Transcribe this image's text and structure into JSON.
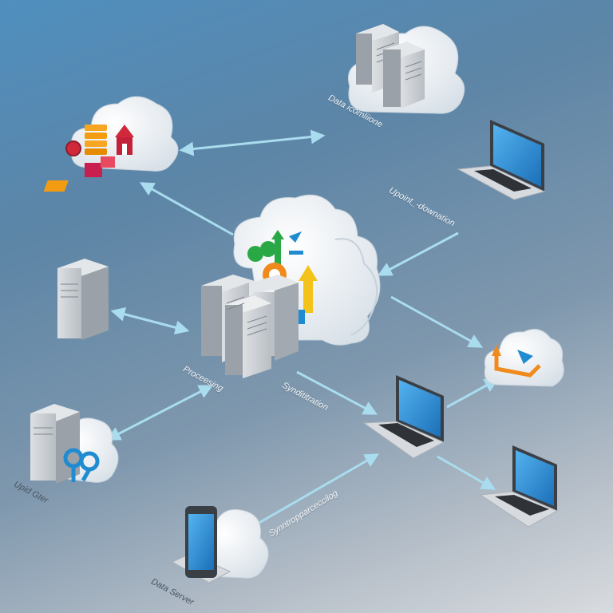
{
  "labels": {
    "data_top": "Data icomliione",
    "upload_down": "Upoint_-downation",
    "processing": "Proceesing",
    "sync1": "Syndititration",
    "sync2": "Synntropparceccilog",
    "upld": "Upid Gter",
    "data_server": "Data Server"
  },
  "colors": {
    "arrow": "#a9dcee",
    "cloud_fill": "#eef3f7",
    "cloud_shade": "#c9d5df",
    "server_light": "#cfd3d7",
    "server_dark": "#8d949b",
    "screen": "#2b93d9",
    "accent_orange": "#f08a1c",
    "accent_red": "#d1283c",
    "accent_yellow": "#f3c31b",
    "accent_green": "#2aa845",
    "accent_blue": "#1f8bd1"
  }
}
